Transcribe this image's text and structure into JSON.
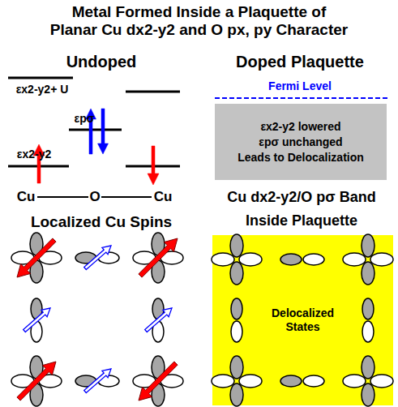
{
  "diagram": {
    "title": "Metal Formed Inside a Plaquette of Planar Cu dx2-y2 and O px, py Character",
    "nodes": [
      {
        "text": [
          "εx2-y2 lowered",
          "εpσ unchanged",
          "Leads to Delocalization"
        ]
      },
      {
        "text": [
          "Delocalized States"
        ]
      }
    ],
    "labels": [
      "Undoped",
      "Doped Plaquette",
      "εx2-y2+ U",
      "εpσ",
      "εx2-y2",
      "Fermi Level",
      "Cu",
      "O",
      "Cu",
      "Localized Cu Spins",
      "Cu dx2-y2/O pσ Band",
      "Inside Plaquette"
    ]
  }
}
